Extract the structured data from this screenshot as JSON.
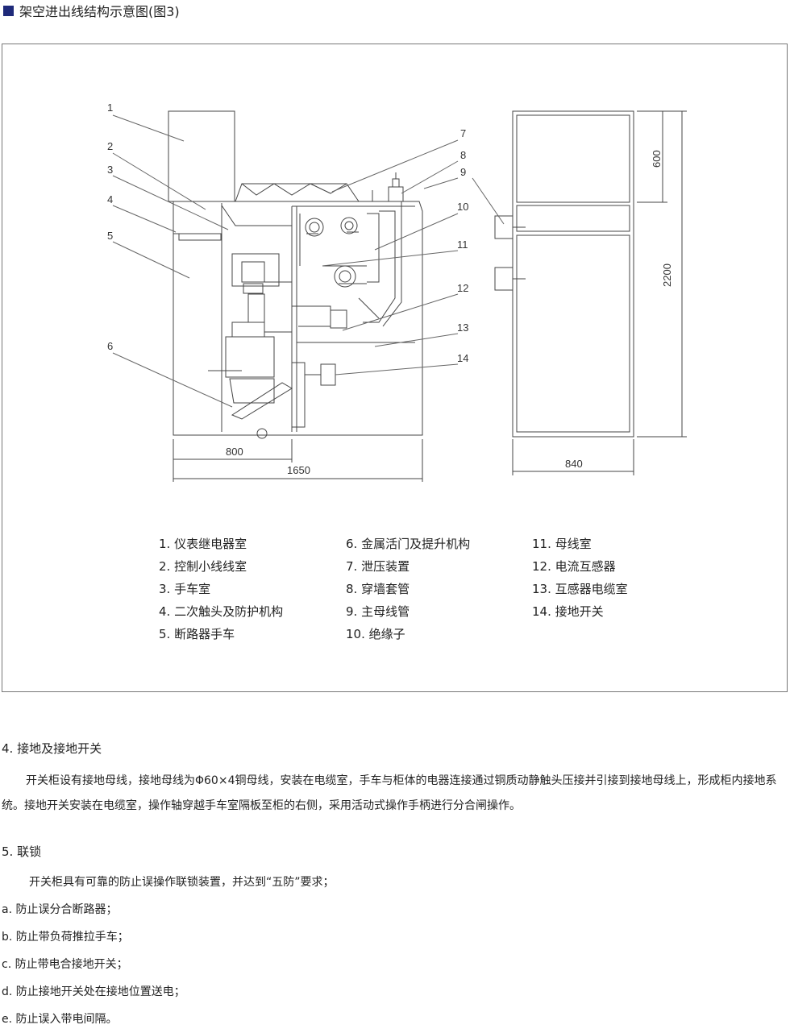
{
  "header": {
    "title": "架空进出线结构示意图(图3)",
    "accent": "#1f2a7a"
  },
  "diagram": {
    "callouts": [
      "1",
      "2",
      "3",
      "4",
      "5",
      "6",
      "7",
      "8",
      "9",
      "10",
      "11",
      "12",
      "13",
      "14"
    ],
    "dimensions": {
      "d800": "800",
      "d1650": "1650",
      "d840": "840",
      "d600": "600",
      "d2200": "2200"
    }
  },
  "legend": {
    "col1": [
      "1. 仪表继电器室",
      "2. 控制小线线室",
      "3. 手车室",
      "4. 二次触头及防护机构",
      "5. 断路器手车"
    ],
    "col2": [
      "6. 金属活门及提升机构",
      "7. 泄压装置",
      "8. 穿墙套管",
      "9. 主母线管",
      "10. 绝缘子"
    ],
    "col3": [
      "11. 母线室",
      "12. 电流互感器",
      "13. 互感器电缆室",
      "14. 接地开关"
    ]
  },
  "section4": {
    "title": "4. 接地及接地开关",
    "para": "开关柜设有接地母线，接地母线为Φ60×4铜母线，安装在电缆室，手车与柜体的电器连接通过铜质动静触头压接并引接到接地母线上，形成柜内接地系统。接地开关安装在电缆室，操作轴穿越手车室隔板至柜的右侧，采用活动式操作手柄进行分合闸操作。"
  },
  "section5": {
    "title": "5. 联锁",
    "intro": "开关柜具有可靠的防止误操作联锁装置，并达到“五防”要求；",
    "items": [
      "a. 防止误分合断路器；",
      "b. 防止带负荷推拉手车；",
      "c. 防止带电合接地开关；",
      "d. 防止接地开关处在接地位置送电；",
      "e. 防止误入带电间隔。"
    ]
  }
}
